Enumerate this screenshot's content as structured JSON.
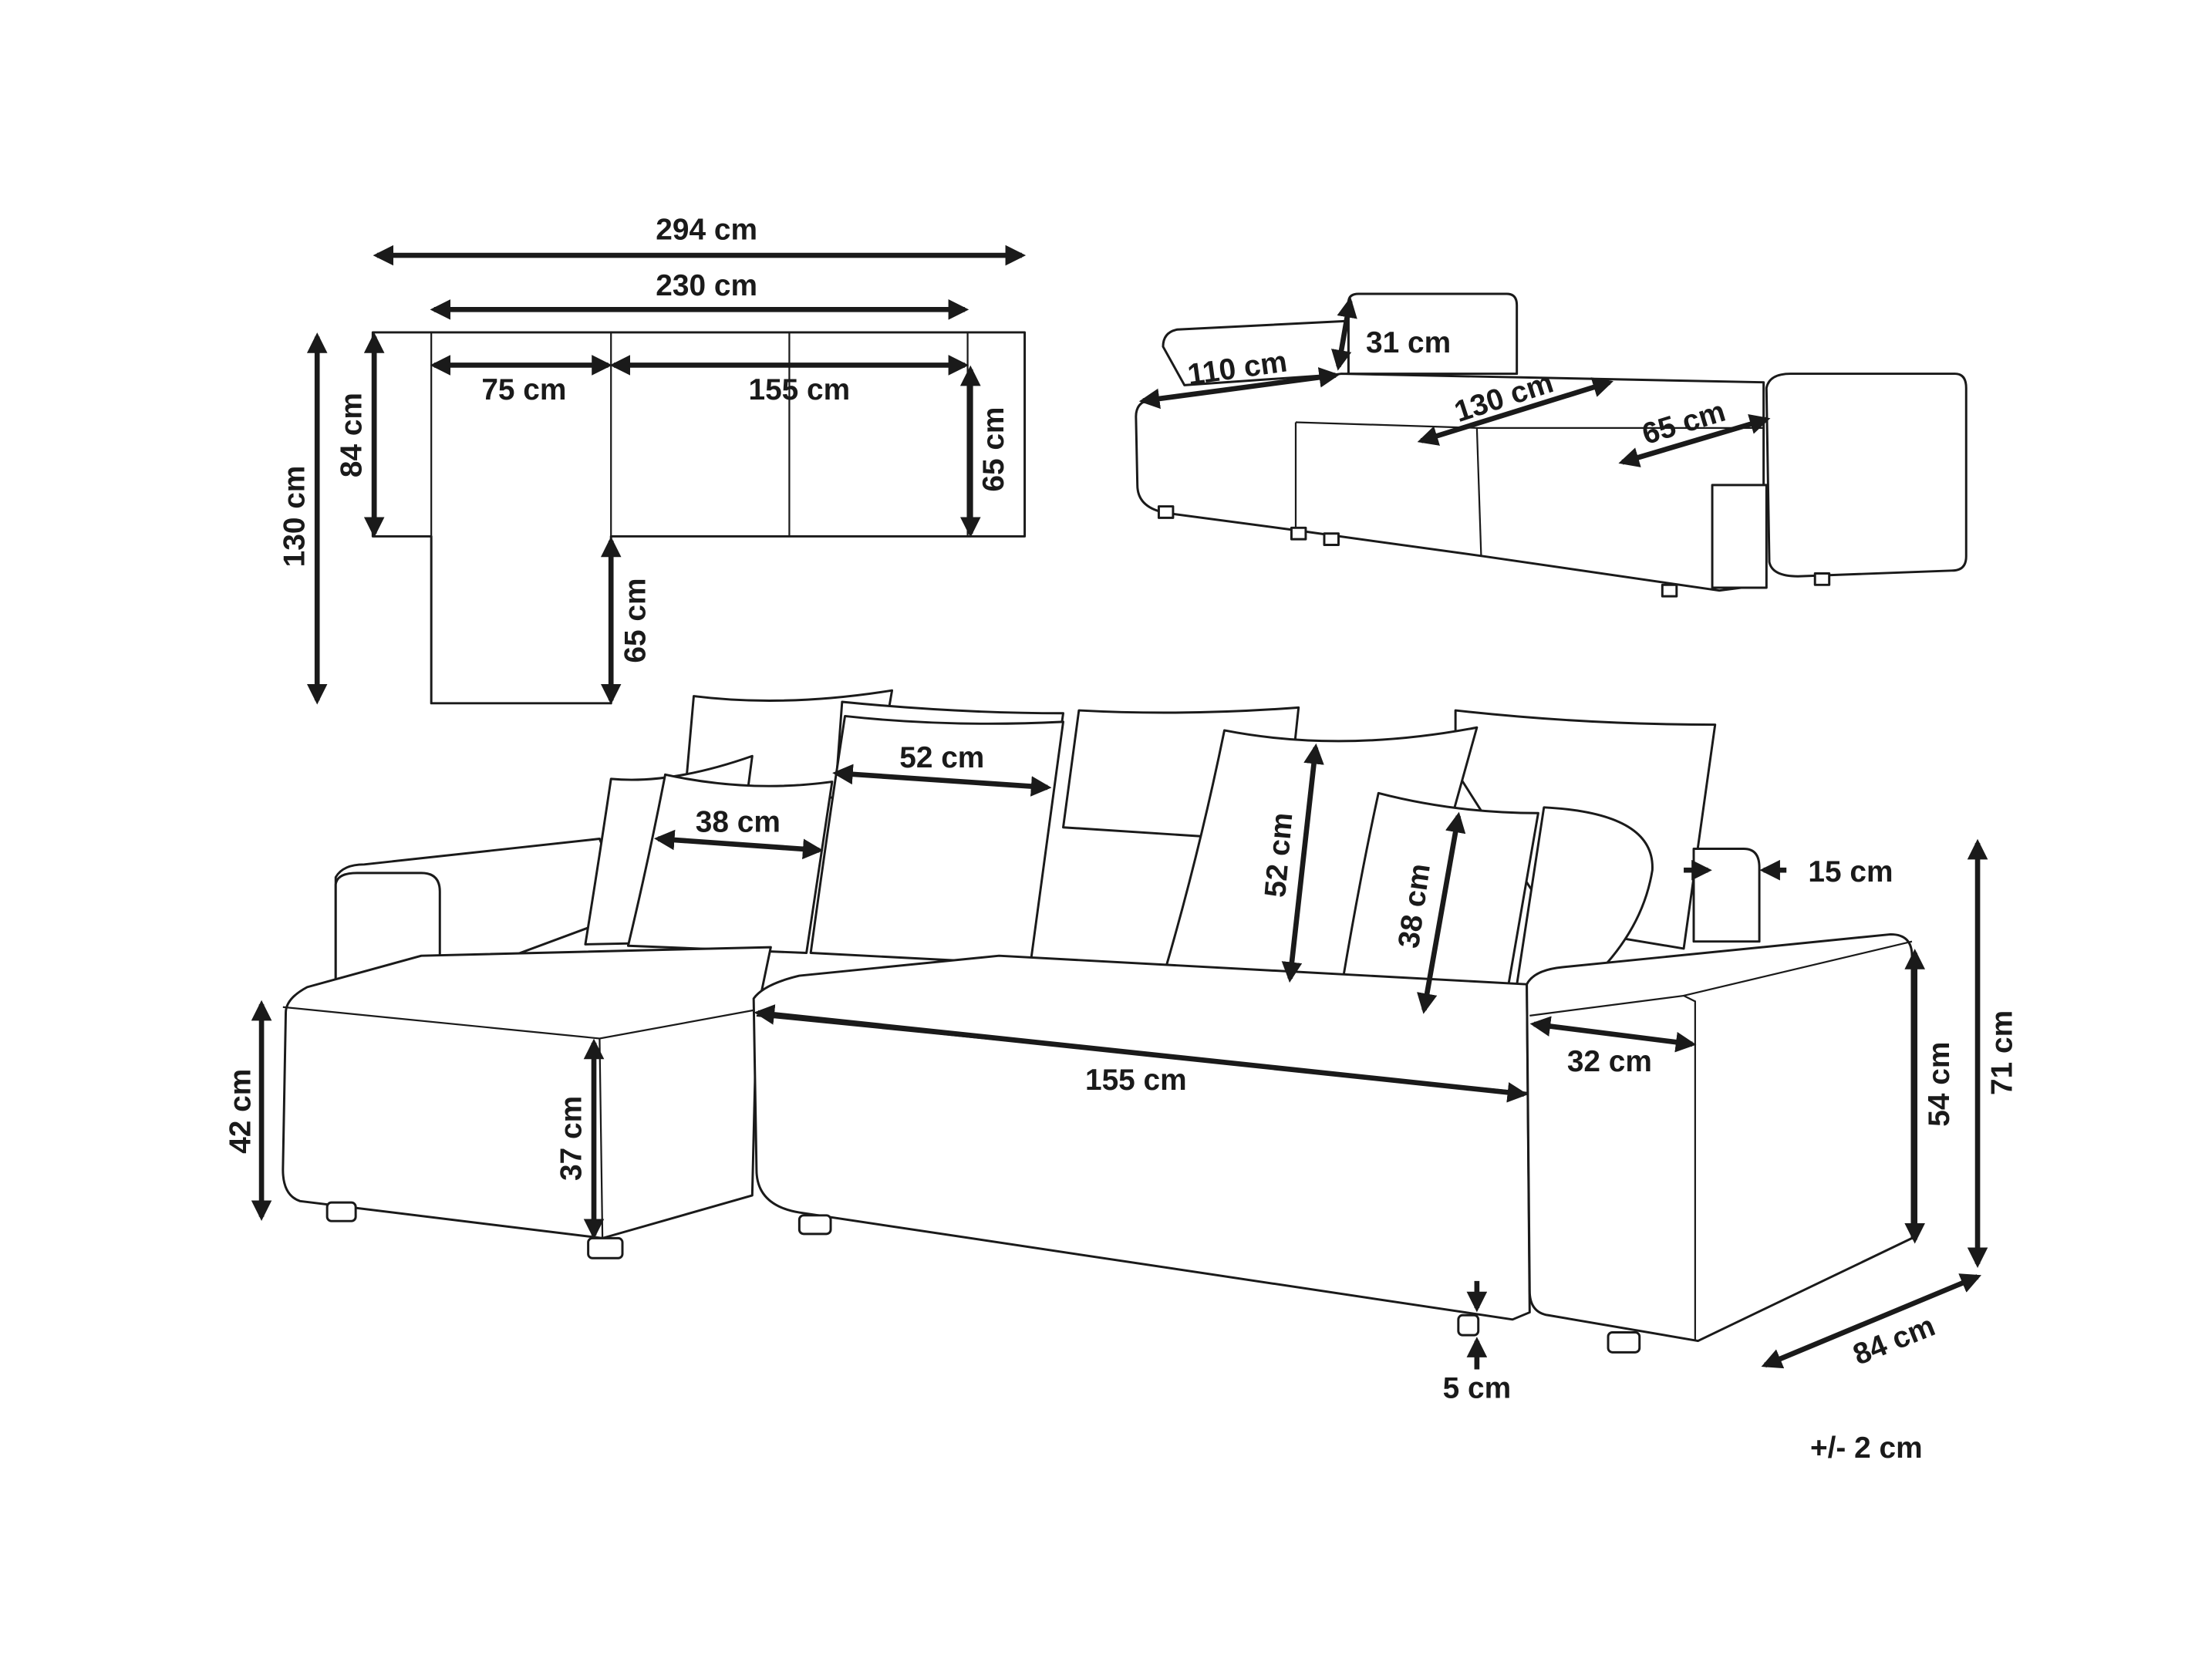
{
  "colors": {
    "line": "#1a1a1a",
    "background": "#ffffff"
  },
  "top_view": {
    "overall_width": "294 cm",
    "seat_width": "230 cm",
    "chaise_seat": "75 cm",
    "sofa_seat": "155 cm",
    "seat_depth_right": "65 cm",
    "sofa_depth": "84 cm",
    "total_depth": "130 cm",
    "chaise_extension": "65 cm"
  },
  "bed_view": {
    "bed_back_length": "110 cm",
    "back_height": "31 cm",
    "bed_width": "130 cm",
    "pullout_depth": "65 cm"
  },
  "front_view": {
    "large_cushion_width": "52 cm",
    "small_cushion_width": "38 cm",
    "large_cushion_height": "52 cm",
    "small_cushion_height": "38 cm",
    "armrest_thickness": "15 cm",
    "seat_length": "155 cm",
    "armrest_width": "32 cm",
    "chaise_height": "42 cm",
    "seat_height": "37 cm",
    "armrest_height": "54 cm",
    "total_height": "71 cm",
    "depth": "84 cm",
    "leg_height": "5 cm"
  },
  "tolerance": "+/- 2 cm"
}
